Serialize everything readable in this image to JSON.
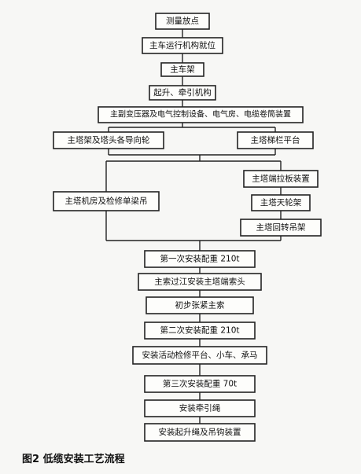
{
  "nodes": {
    "survey": "测量放点",
    "main_travel": "主车运行机构就位",
    "main_frame": "主车架",
    "hoist_traction": "起升、牵引机构",
    "main_equipment": "主副变压器及电气控制设备、电气房、电缆卷筒装置",
    "tower_frame": "主塔架及塔头各导向轮",
    "tower_ladder": "主塔梯栏平台",
    "cable_plate": "主塔端拉板装置",
    "tower_sheave": "主塔天轮架",
    "machine_room": "主塔机房及检修单梁吊",
    "rotary_hanger": "主塔回转吊架",
    "counterweight_1": "第一次安装配重 210t",
    "cable_cross": "主索过江安装主塔端索头",
    "initial_tension": "初步张紧主索",
    "counterweight_2": "第二次安装配重 210t",
    "maintenance": "安装活动检修平台、小车、承马",
    "counterweight_3": "第三次安装配重 70t",
    "traction_rope": "安装牵引绳",
    "hoist_rope": "安装起升绳及吊钩装置"
  },
  "caption": "图2 低缆安装工艺流程"
}
